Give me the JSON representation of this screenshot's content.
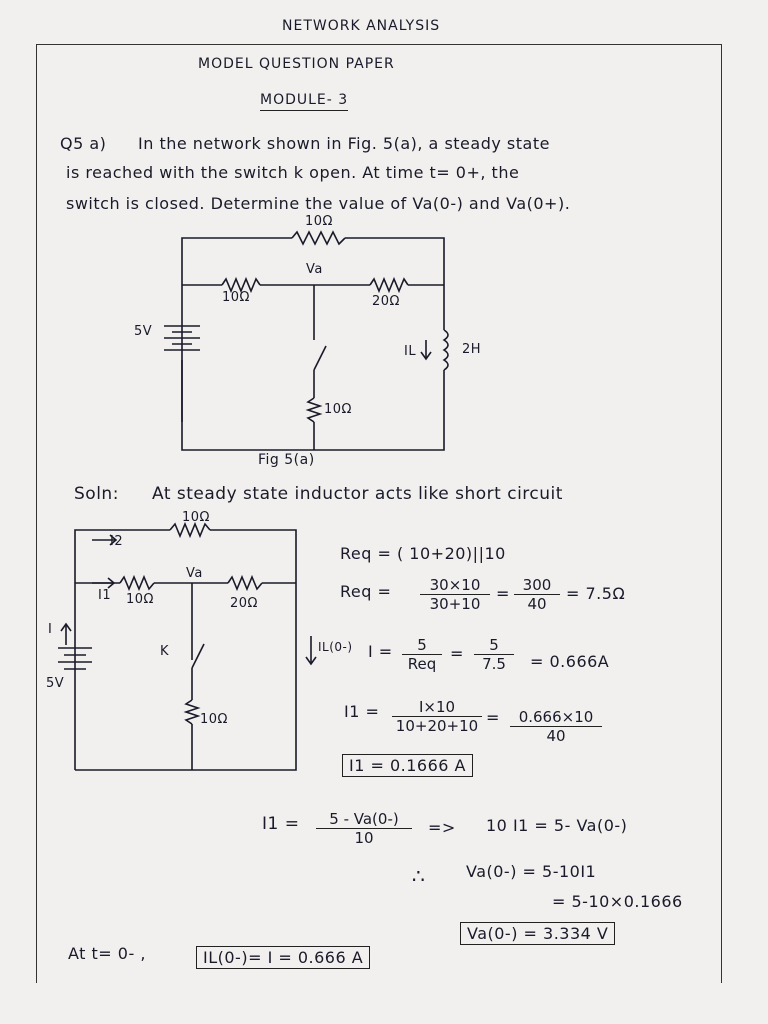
{
  "header": {
    "subject": "NETWORK ANALYSIS",
    "paper": "MODEL QUESTION PAPER",
    "module": "MODULE- 3"
  },
  "question": {
    "number": "Q5 a)",
    "line1": "In the network shown in Fig. 5(a), a steady state",
    "line2": "is reached with the switch k open. At time t= 0+, the",
    "line3": "switch is closed. Determine the value of Va(0-) and Va(0+)."
  },
  "fig1": {
    "caption": "Fig 5(a)",
    "r_top": "10Ω",
    "r_left": "10Ω",
    "r_right": "20Ω",
    "r_bottom": "10Ω",
    "node": "Va",
    "source": "5V",
    "inductor": "2H",
    "il": "IL"
  },
  "soln": {
    "label": "Soln:",
    "statement": "At steady state inductor acts like short circuit"
  },
  "fig2": {
    "i2": "I2",
    "i1": "I1",
    "i": "I",
    "r_top": "10Ω",
    "r_left": "10Ω",
    "r_right": "20Ω",
    "r_bottom": "10Ω",
    "node": "Va",
    "switch": "K",
    "source": "5V"
  },
  "equations": {
    "req1": "Req = ( 10+20)||10",
    "req2_lhs": "Req =",
    "req2_num": "30×10",
    "req2_den": "30+10",
    "req2_eq": "=",
    "req2_num2": "300",
    "req2_den2": "40",
    "req2_res": "= 7.5Ω",
    "il_label": "IL(0-)",
    "i_lhs": "I =",
    "i_num": "5",
    "i_den": "Req",
    "i_eq": "=",
    "i_num2": "5",
    "i_den2": "7.5",
    "i_res": "= 0.666A",
    "i1_lhs": "I1 =",
    "i1_num": "I×10",
    "i1_den": "10+20+10",
    "i1_eq": "=",
    "i1_num2": "0.666×10",
    "i1_den2": "40",
    "i1_box": "I1 = 0.1666 A",
    "eq5_lhs": "I1 =",
    "eq5_num": "5 - Va(0-)",
    "eq5_den": "10",
    "eq5_arrow": "=>",
    "eq5_rhs": "10 I1 = 5- Va(0-)",
    "therefore": "∴",
    "va_line1": "Va(0-) = 5-10I1",
    "va_line2": "= 5-10×0.1666",
    "va_box": "Va(0-) = 3.334 V",
    "at_t": "At  t= 0-  ,",
    "il_box": "IL(0-)= I = 0.666 A"
  }
}
